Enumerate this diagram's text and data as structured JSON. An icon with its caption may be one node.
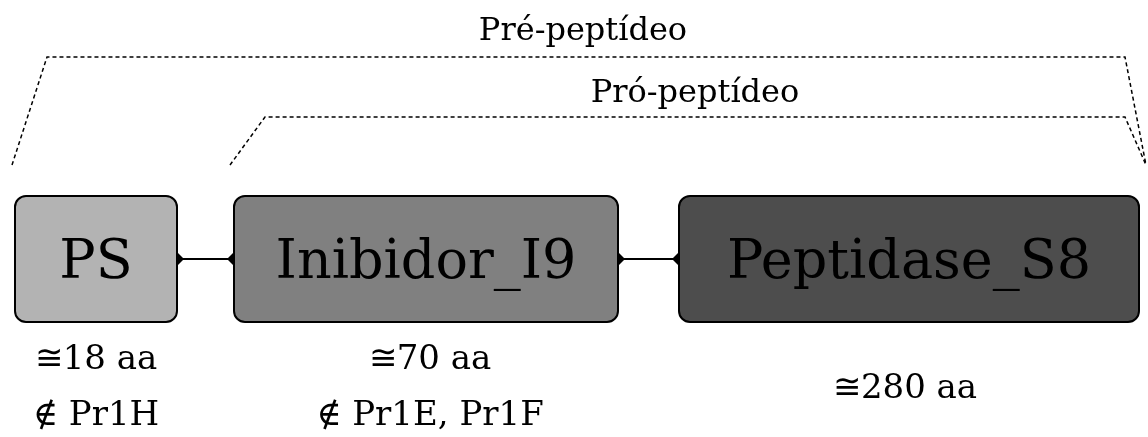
{
  "diagram": {
    "nodes": [
      {
        "text": [
          "PS"
        ],
        "beside": [
          "≅18 aa",
          "∉ Pr1H"
        ]
      },
      {
        "text": [
          "Inibidor_I9"
        ],
        "beside": [
          "≅70 aa",
          "∉ Pr1E, Pr1F"
        ]
      },
      {
        "text": [
          "Peptidase_S8"
        ],
        "beside": [
          "≅280 aa"
        ]
      }
    ],
    "edges": [
      {
        "from": 0,
        "to": 1,
        "arrow": "other"
      },
      {
        "from": 1,
        "to": 2,
        "arrow": "other"
      }
    ],
    "labels": [
      "Pré-peptídeo",
      "Pró-peptídeo"
    ]
  }
}
